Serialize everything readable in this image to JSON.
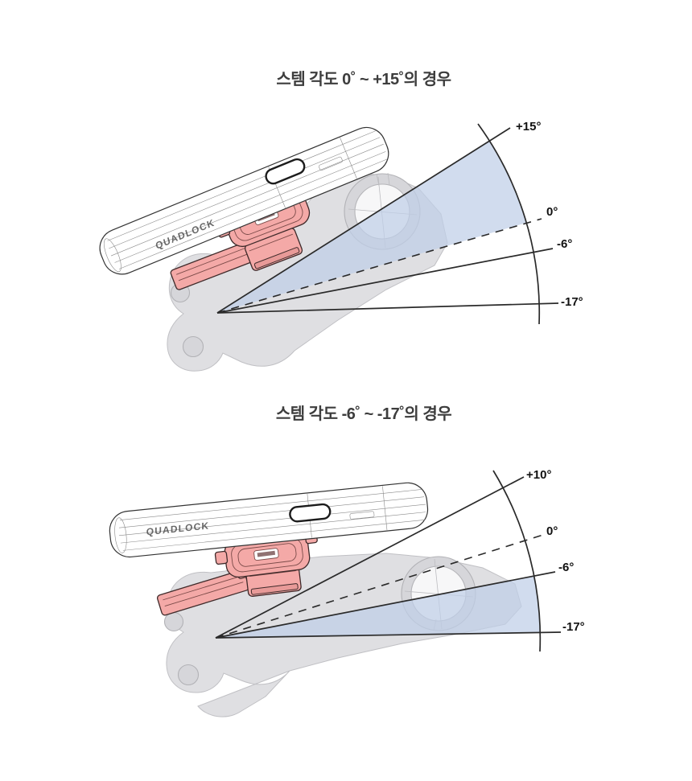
{
  "figures": [
    {
      "id": "stem-angle-0-to-plus15",
      "title": "스템 각도 0˚ ~ +15˚의 경우",
      "phone_brand": "QUADLOCK",
      "highlight_range_deg": [
        0,
        15
      ],
      "angle_marks": [
        {
          "label": "+15°",
          "value": 15
        },
        {
          "label": "0°",
          "value": 0
        },
        {
          "label": "-6°",
          "value": -6
        },
        {
          "label": "-17°",
          "value": -17
        }
      ]
    },
    {
      "id": "stem-angle-minus6-to-minus17",
      "title": "스템 각도 -6˚ ~ -17˚의 경우",
      "phone_brand": "QUADLOCK",
      "highlight_range_deg": [
        -17,
        -6
      ],
      "angle_marks": [
        {
          "label": "+10°",
          "value": 10
        },
        {
          "label": "0°",
          "value": 0
        },
        {
          "label": "-6°",
          "value": -6
        },
        {
          "label": "-17°",
          "value": -17
        }
      ]
    }
  ],
  "colors": {
    "background": "#ffffff",
    "highlight_blue": "#cdd9ec",
    "mount_pink": "#f4a9a7",
    "ghost_gray": "#dbdbde",
    "line_dark": "#2a2a2a",
    "title_gray": "#3d3d3d"
  }
}
